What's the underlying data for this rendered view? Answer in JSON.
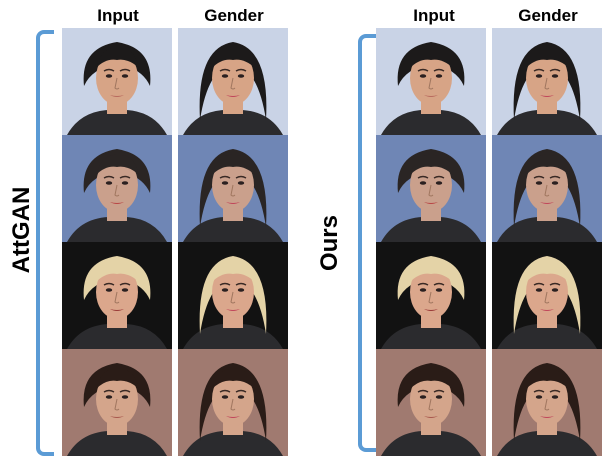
{
  "figure": {
    "panels": [
      {
        "method": "AttGAN",
        "columns": [
          "Input",
          "Gender"
        ]
      },
      {
        "method": "Ours",
        "columns": [
          "Input",
          "Gender"
        ]
      }
    ],
    "rows": [
      {
        "bg": "#c9d3e6",
        "hair": "#1c1a1a",
        "skin": "#d7a486",
        "lip": "#b86a5e"
      },
      {
        "bg": "#6f86b5",
        "hair": "#2a2524",
        "skin": "#caa08c",
        "lip": "#b84545"
      },
      {
        "bg": "#121212",
        "hair": "#e4d3a7",
        "skin": "#dba78c",
        "lip": "#9a3a38"
      },
      {
        "bg": "#a07a70",
        "hair": "#2a1c17",
        "skin": "#d4a58b",
        "lip": "#a8584d"
      }
    ]
  }
}
